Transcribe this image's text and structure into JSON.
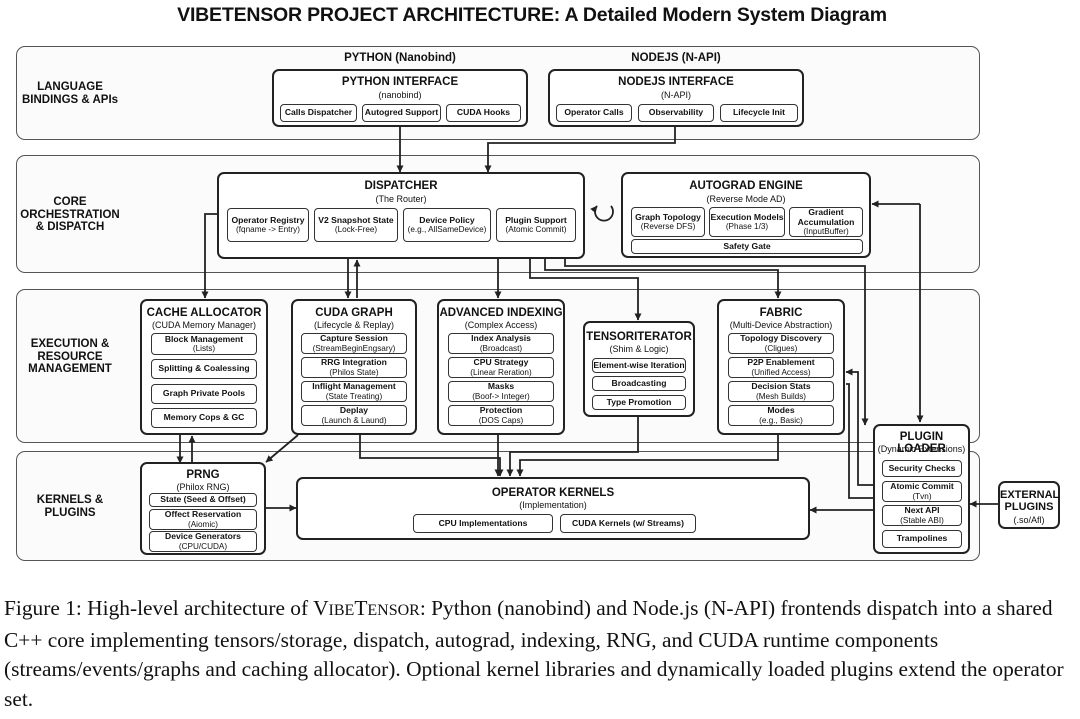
{
  "title": "VIBETENSOR PROJECT ARCHITECTURE: A Detailed Modern System Diagram",
  "sections": {
    "lang": "LANGUAGE\nBINDINGS & APIs",
    "core": "CORE\nORCHESTRATION\n& DISPATCH",
    "exec": "EXECUTION &\nRESOURCE\nMANAGEMENT",
    "kern": "KERNELS &\nPLUGINS"
  },
  "group_heads": {
    "python": "PYTHON (Nanobind)",
    "node": "NODEJS (N-API)"
  },
  "python": {
    "title": "PYTHON INTERFACE",
    "subtitle": "(nanobind)",
    "items": [
      "Calls Dispatcher",
      "Autogred Support",
      "CUDA Hooks"
    ]
  },
  "node": {
    "title": "NODEJS INTERFACE",
    "subtitle": "(N-API)",
    "items": [
      "Operator Calls",
      "Observability",
      "Lifecycle Init"
    ]
  },
  "dispatcher": {
    "title": "DISPATCHER",
    "subtitle": "(The Router)",
    "items": [
      {
        "a": "Operator Registry",
        "b": "(fqname -> Entry)"
      },
      {
        "a": "V2 Snapshot State",
        "b": "(Lock-Free)"
      },
      {
        "a": "Device Policy",
        "b": "(e.g., AllSameDevice)"
      },
      {
        "a": "Plugin Support",
        "b": "(Atomic Commit)"
      }
    ]
  },
  "autograd": {
    "title": "AUTOGRAD ENGINE",
    "subtitle": "(Reverse Mode AD)",
    "items": [
      {
        "a": "Graph Topology",
        "b": "(Reverse DFS)"
      },
      {
        "a": "Execution Models",
        "b": "(Phase 1/3)"
      },
      {
        "a": "Gradient Accumulation",
        "b": "(InputBuffer)"
      }
    ],
    "gate": "Safety Gate"
  },
  "cache": {
    "title": "CACHE ALLOCATOR",
    "subtitle": "(CUDA Memory Manager)",
    "items": [
      {
        "a": "Block Management",
        "b": "(Lists)"
      },
      {
        "a": "Splitting & Coalessing",
        "b": ""
      },
      {
        "a": "Graph Private Pools",
        "b": ""
      },
      {
        "a": "Memory Cops & GC",
        "b": ""
      }
    ]
  },
  "cudagraph": {
    "title": "CUDA GRAPH",
    "subtitle": "(Lifecycle & Replay)",
    "items": [
      {
        "a": "Capture Session",
        "b": "(StreamBeginEngsary)"
      },
      {
        "a": "RRG Integration",
        "b": "(Philos State)"
      },
      {
        "a": "Inflight Management",
        "b": "(State Treating)"
      },
      {
        "a": "Deplay",
        "b": "(Launch & Laund)"
      }
    ]
  },
  "indexing": {
    "title": "ADVANCED INDEXING",
    "subtitle": "(Complex Access)",
    "items": [
      {
        "a": "Index Analysis",
        "b": "(Broadcast)"
      },
      {
        "a": "CPU Strategy",
        "b": "(Linear Reration)"
      },
      {
        "a": "Masks",
        "b": "(Boof-> Integer)"
      },
      {
        "a": "Protection",
        "b": "(DOS Caps)"
      }
    ]
  },
  "tensoriter": {
    "title": "TENSORITERATOR",
    "subtitle": "(Shim & Logic)",
    "items": [
      "Element-wise Iteration",
      "Broadcasting",
      "Type Promotion"
    ]
  },
  "fabric": {
    "title": "FABRIC",
    "subtitle": "(Multi-Device Abstraction)",
    "items": [
      {
        "a": "Topology Discovery",
        "b": "(Cligues)"
      },
      {
        "a": "P2P Enablement",
        "b": "(Unified Access)"
      },
      {
        "a": "Decision Stats",
        "b": "(Mesh Builds)"
      },
      {
        "a": "Modes",
        "b": "(e.g., Basic)"
      }
    ]
  },
  "prng": {
    "title": "PRNG",
    "subtitle": "(Philox RNG)",
    "items": [
      {
        "a": "State (Seed & Offset)",
        "b": ""
      },
      {
        "a": "Offect Reservation",
        "b": "(Aiomic)"
      },
      {
        "a": "Device Generators",
        "b": "(CPU/CUDA)"
      }
    ]
  },
  "opkernels": {
    "title": "OPERATOR KERNELS",
    "subtitle": "(Implementation)",
    "items": [
      "CPU Implementations",
      "CUDA Kernels (w/ Streams)"
    ]
  },
  "plugin": {
    "title": "PLUGIN LOADER",
    "subtitle": "(Dynamic Extensions)",
    "items": [
      {
        "a": "Security Checks",
        "b": ""
      },
      {
        "a": "Atomic Commit",
        "b": "(Tvn)"
      },
      {
        "a": "Next API",
        "b": "(Stable ABI)"
      },
      {
        "a": "Trampolines",
        "b": ""
      }
    ]
  },
  "external": {
    "title": "EXTERNAL\nPLUGINS",
    "subtitle": "(.so/Afl)"
  },
  "caption": {
    "p1": "Figure 1: High-level architecture of ",
    "v1": "V",
    "v2": "IBE",
    "v3": "T",
    "v4": "ENSOR",
    "p2": ": Python (nanobind) and Node.js (N-API) frontends dispatch into a shared C++ core implementing tensors/storage, dispatch, autograd, indexing, RNG, and CUDA runtime components (streams/events/graphs and caching allocator). Optional kernel libraries and dynamically loaded plugins extend the operator set."
  }
}
